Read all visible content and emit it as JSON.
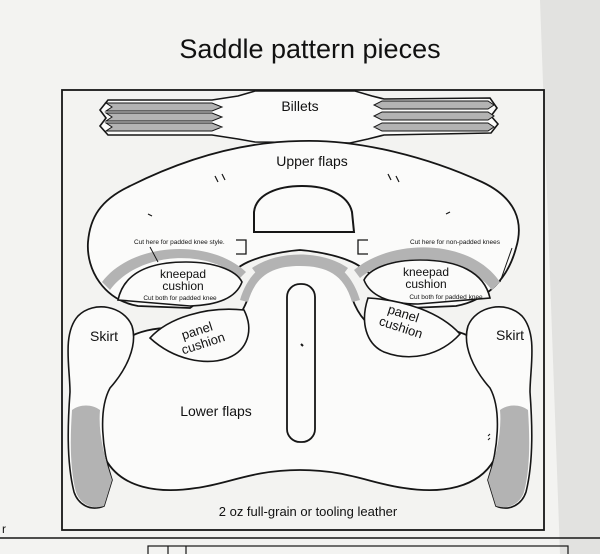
{
  "page": {
    "title": "Saddle pattern pieces",
    "footer": "2 oz full-grain or tooling leather",
    "left_edge_fragment": "r"
  },
  "pieces": {
    "billets": "Billets",
    "upper_flaps": "Upper flaps",
    "lower_flaps": "Lower flaps",
    "skirt_left": "Skirt",
    "skirt_right": "Skirt",
    "kneepad_left": {
      "line1": "kneepad",
      "line2": "cushion",
      "note": "Cut both for padded knee"
    },
    "kneepad_right": {
      "line1": "kneepad",
      "line2": "cushion",
      "note": "Cut both for padded knee"
    },
    "panel_left": {
      "line1": "panel",
      "line2": "cushion"
    },
    "panel_right": {
      "line1": "panel",
      "line2": "cushion"
    }
  },
  "notes": {
    "cut_padded": "Cut here for padded knee style.",
    "cut_nonpadded": "Cut here for non-padded knees"
  },
  "colors": {
    "paper": "#f3f3f1",
    "background": "#e9e9e7",
    "outline": "#161616",
    "shading": "#b3b3b3"
  }
}
